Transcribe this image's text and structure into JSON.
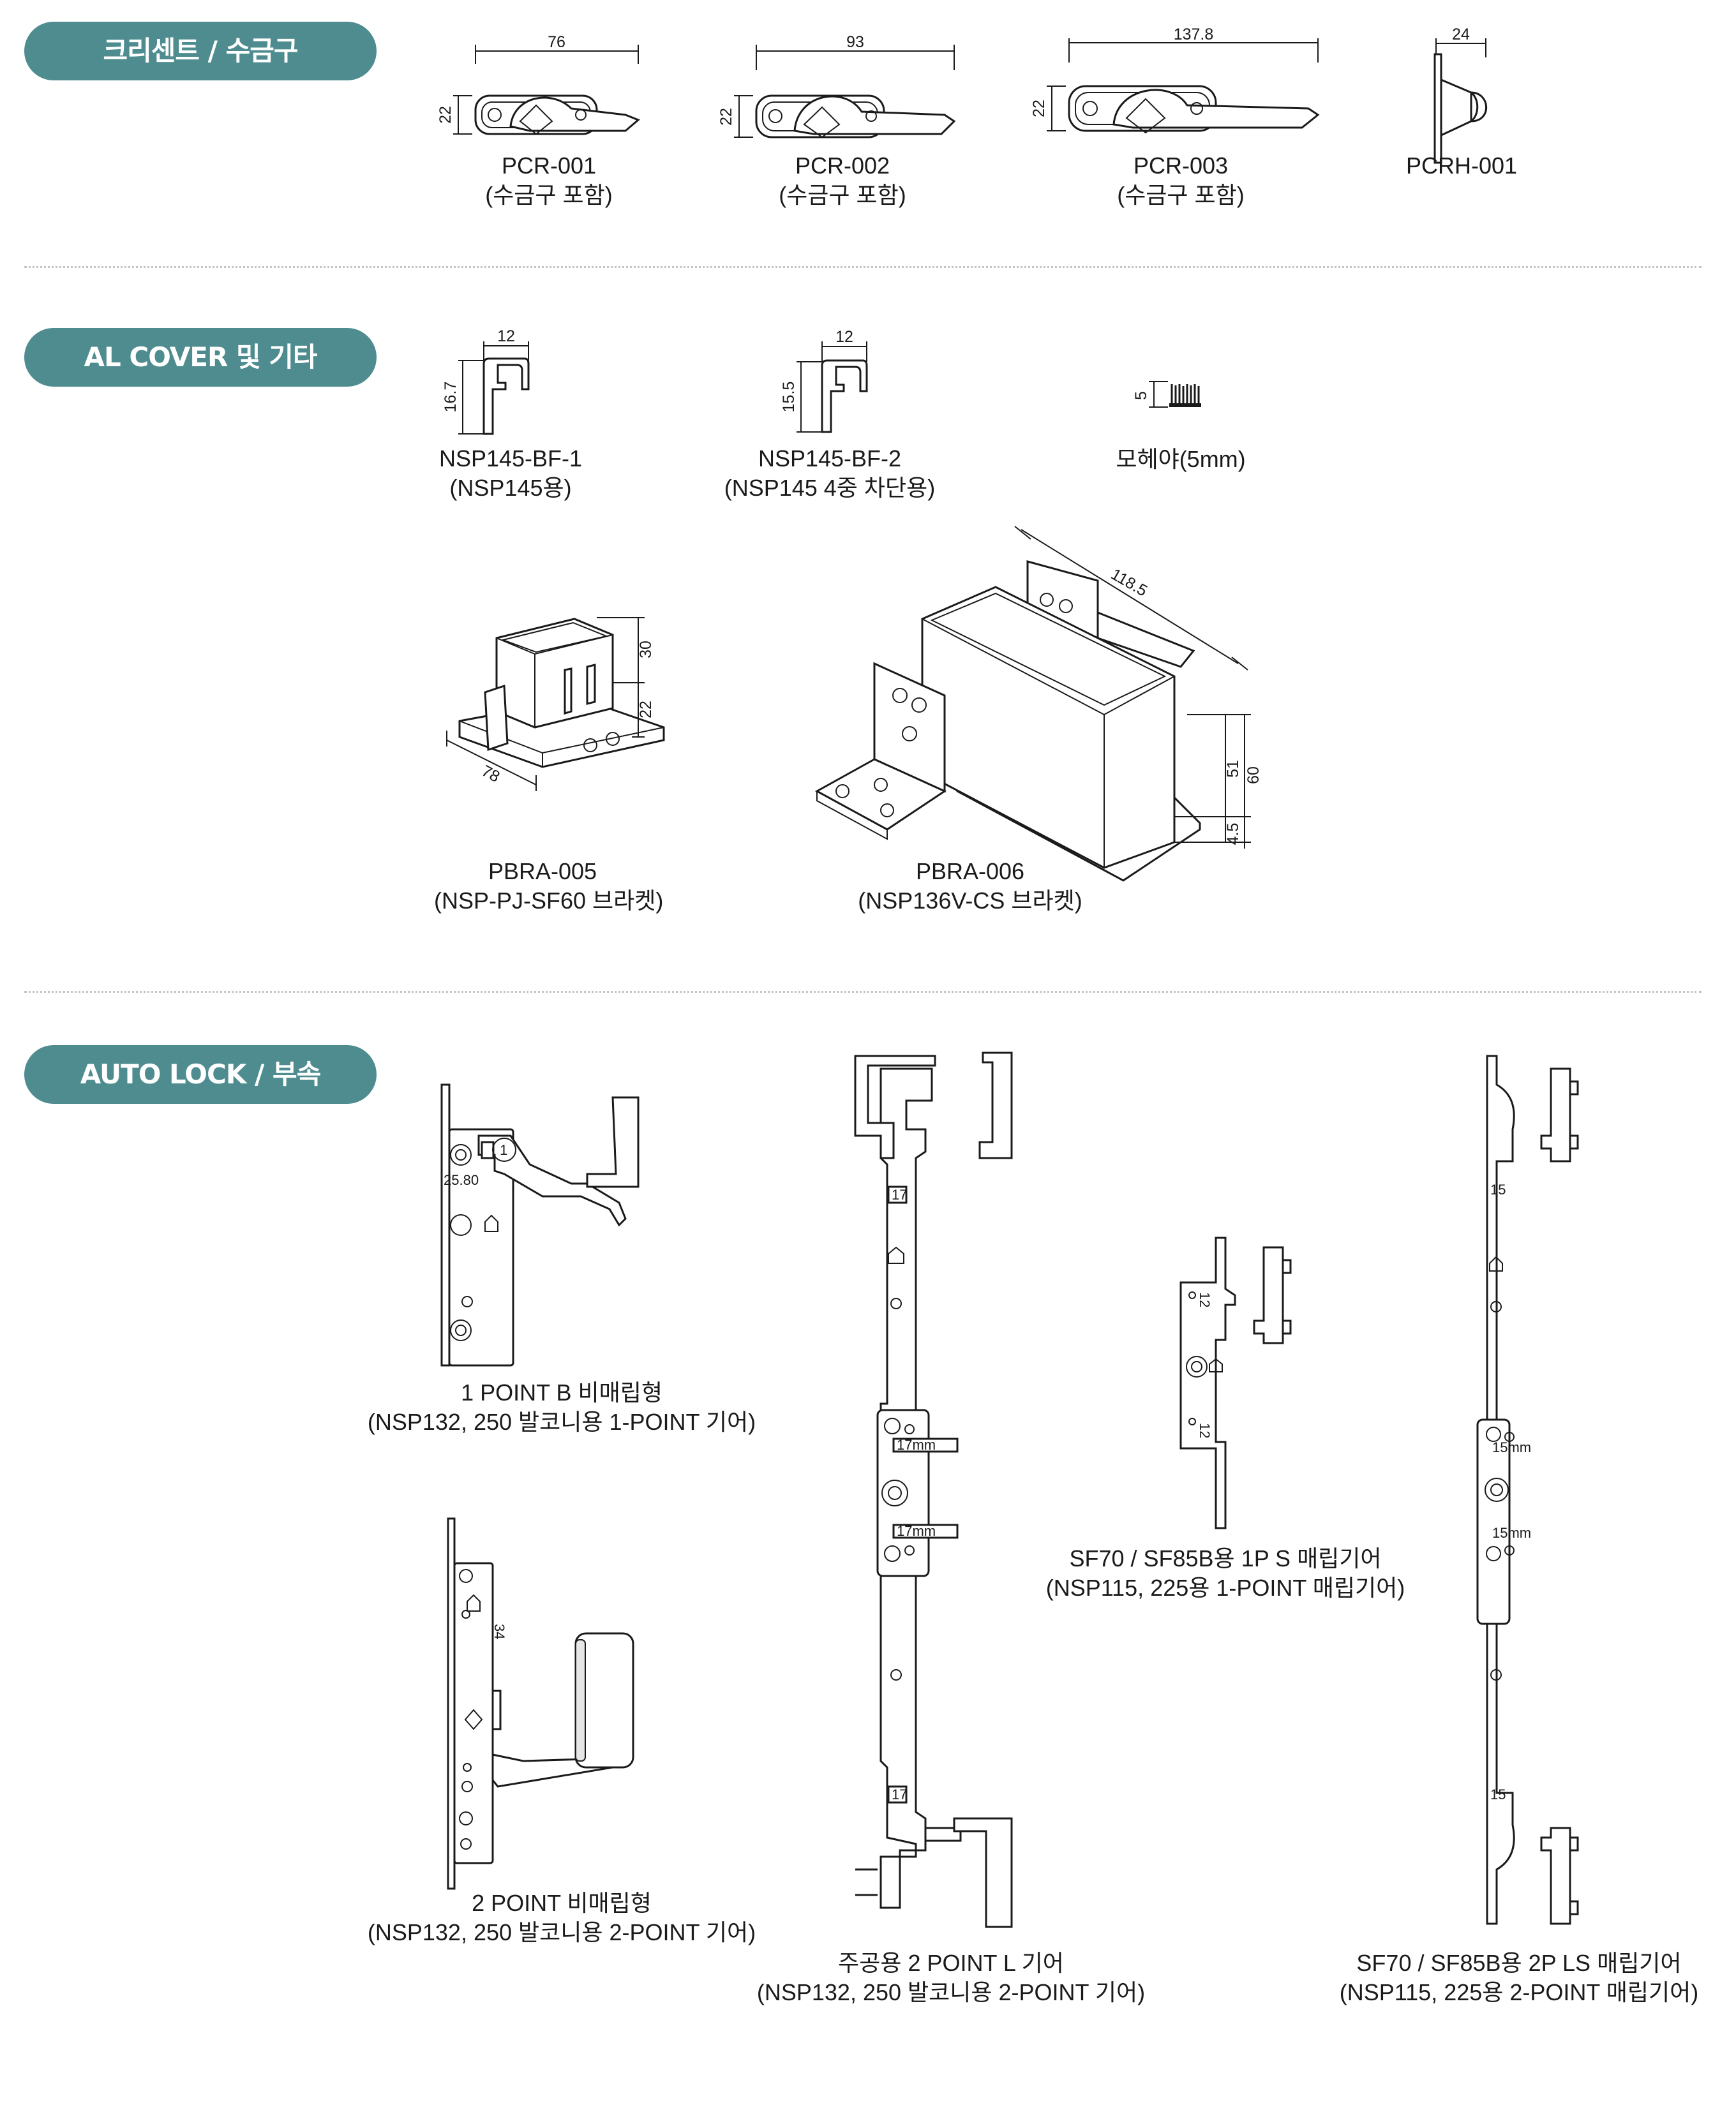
{
  "sections": [
    {
      "title": "크리센트 / 수금구"
    },
    {
      "title": "AL COVER 및 기타"
    },
    {
      "title": "AUTO LOCK / 부속"
    }
  ],
  "crescent": {
    "items": [
      {
        "code": "PCR-001",
        "note": "(수금구 포함)",
        "width": "76",
        "height": "22"
      },
      {
        "code": "PCR-002",
        "note": "(수금구 포함)",
        "width": "93",
        "height": "22"
      },
      {
        "code": "PCR-003",
        "note": "(수금구 포함)",
        "width": "137.8",
        "height": "22"
      },
      {
        "code": "PCRH-001",
        "note": "",
        "width": "24"
      }
    ]
  },
  "cover": {
    "items": [
      {
        "code": "NSP145-BF-1",
        "note": "(NSP145용)",
        "width": "12",
        "height": "16.7"
      },
      {
        "code": "NSP145-BF-2",
        "note": "(NSP145 4중 차단용)",
        "width": "12",
        "height": "15.5"
      },
      {
        "code": "모헤야(5mm)",
        "height": "5"
      }
    ],
    "brackets": [
      {
        "code": "PBRA-005",
        "note": "(NSP-PJ-SF60 브라켓)",
        "dims": [
          "30",
          "22",
          "78"
        ]
      },
      {
        "code": "PBRA-006",
        "note": "(NSP136V-CS 브라켓)",
        "dims": [
          "118.5",
          "51",
          "60",
          "4.5"
        ]
      }
    ]
  },
  "autolock": {
    "items": [
      {
        "code": "1 POINT B 비매립형",
        "note": "(NSP132, 250 발코니용 1-POINT 기어)",
        "labels": [
          "25.80",
          "1"
        ]
      },
      {
        "code": "2 POINT 비매립형",
        "note": "(NSP132, 250 발코니용 2-POINT 기어)",
        "labels": [
          "34"
        ]
      },
      {
        "code": "주공용 2 POINT L 기어",
        "note": "(NSP132, 250 발코니용  2-POINT 기어)",
        "labels": [
          "17",
          "17mm",
          "17mm",
          "17"
        ]
      },
      {
        "code": "SF70 / SF85B용 1P S 매립기어",
        "note": "(NSP115, 225용  1-POINT 매립기어)",
        "labels": [
          "12",
          "12"
        ]
      },
      {
        "code": "SF70 / SF85B용  2P LS 매립기어",
        "note": "(NSP115, 225용  2-POINT 매립기어)",
        "labels": [
          "15",
          "15mm",
          "15mm",
          "15"
        ]
      }
    ]
  }
}
